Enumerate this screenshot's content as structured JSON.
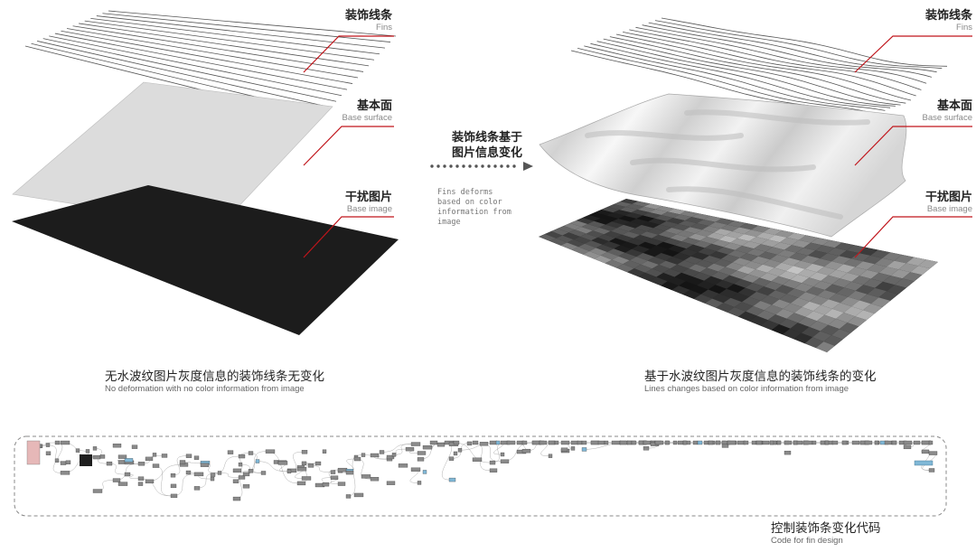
{
  "left": {
    "labels": [
      {
        "zh": "装饰线条",
        "en": "Fins"
      },
      {
        "zh": "基本面",
        "en": "Base surface"
      },
      {
        "zh": "干扰图片",
        "en": "Base image"
      }
    ],
    "caption_zh": "无水波纹图片灰度信息的装饰线条无变化",
    "caption_en": "No deformation with no color information from image"
  },
  "right": {
    "labels": [
      {
        "zh": "装饰线条",
        "en": "Fins"
      },
      {
        "zh": "基本面",
        "en": "Base surface"
      },
      {
        "zh": "干扰图片",
        "en": "Base image"
      }
    ],
    "caption_zh": "基于水波纹图片灰度信息的装饰线条的变化",
    "caption_en": "Lines changes based on color information from image"
  },
  "middle": {
    "zh_line1": "装饰线条基于",
    "zh_line2": "图片信息变化",
    "en_lines": [
      "Fins deforms",
      "based on color",
      "information from",
      "image"
    ]
  },
  "code": {
    "caption_zh": "控制装饰条变化代码",
    "caption_en": "Code for fin design"
  },
  "colors": {
    "leader": "#c0151b",
    "fin_line": "#555555",
    "surface": "#dcdcdc",
    "image_plane": "#1c1c1c",
    "dashed_border": "#888888"
  }
}
